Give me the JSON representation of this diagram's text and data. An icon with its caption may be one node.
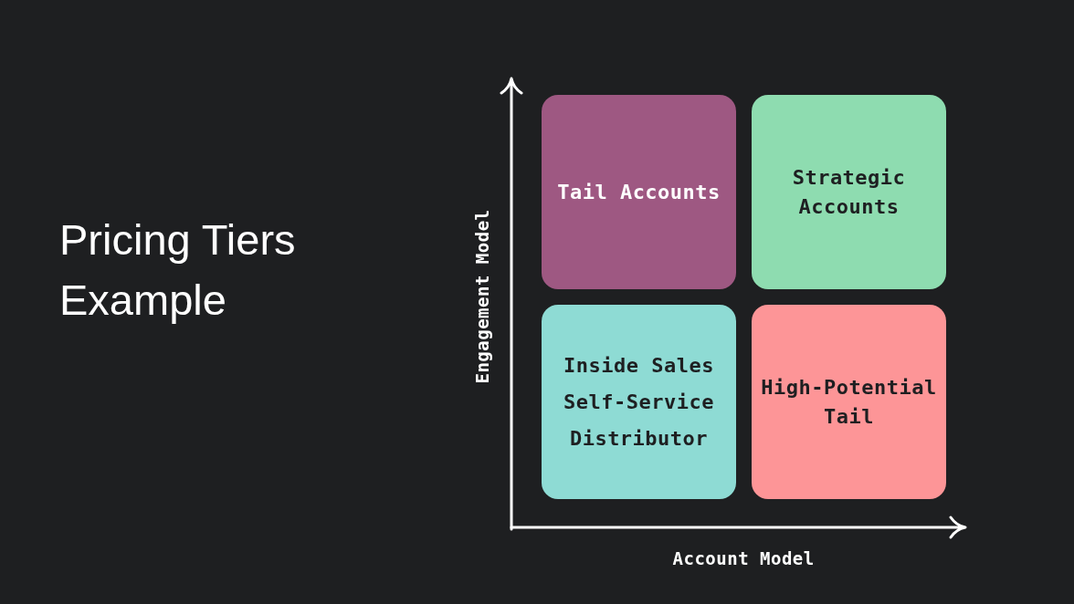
{
  "diagram": {
    "title": "Pricing Tiers Example",
    "nodes": [
      {
        "text": [
          "Tail Accounts"
        ]
      },
      {
        "text": [
          "Strategic Accounts"
        ]
      },
      {
        "text": [
          "Inside Sales",
          "Self-Service",
          "Distributor"
        ]
      },
      {
        "text": [
          "High-Potential Tail"
        ]
      }
    ],
    "edges": [],
    "labels": [
      "Engagement Model",
      "Account Model"
    ]
  }
}
